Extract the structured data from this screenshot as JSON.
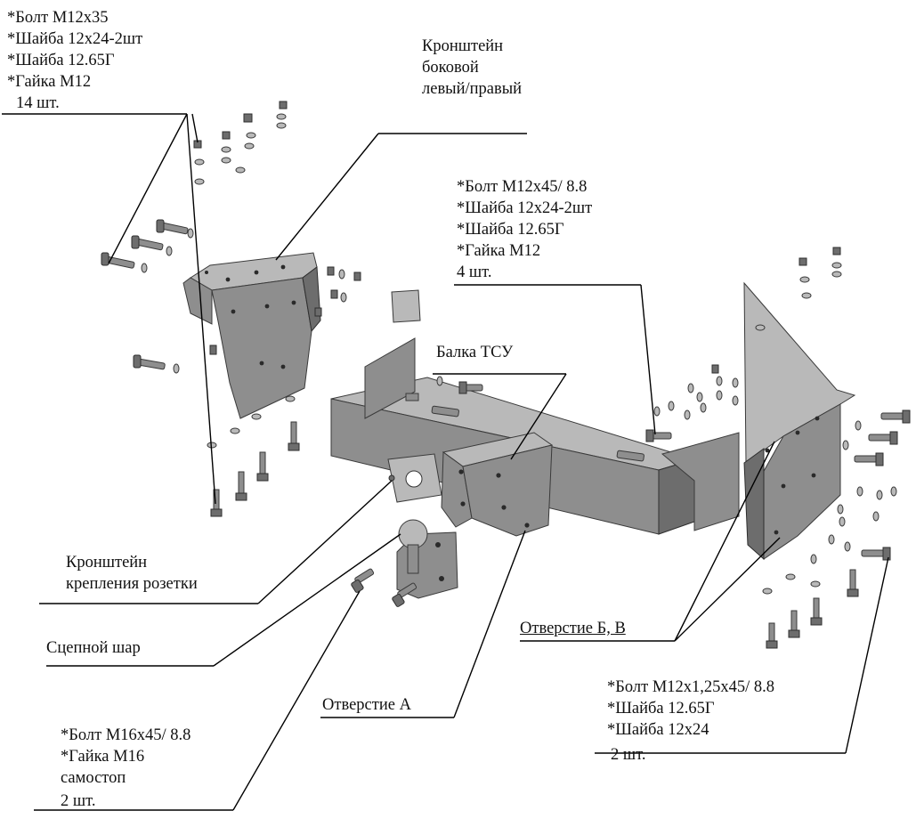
{
  "labels": {
    "top_left_fasteners": {
      "lines": [
        "*Болт М12х35",
        "*Шайба 12х24-2шт",
        "*Шайба 12.65Г",
        "*Гайка М12"
      ],
      "qty": "14 шт."
    },
    "side_bracket": {
      "lines": [
        "Кронштейн",
        "боковой",
        "левый/правый"
      ]
    },
    "center_fasteners": {
      "lines": [
        "*Болт М12х45/ 8.8",
        "*Шайба 12х24-2шт",
        "*Шайба 12.65Г",
        "*Гайка М12"
      ],
      "qty": "4 шт."
    },
    "beam": "Балка ТСУ",
    "socket_bracket": {
      "lines": [
        "Кронштейн",
        "крепления розетки"
      ]
    },
    "hitch_ball": "Сцепной шар",
    "hole_a": "Отверстие А",
    "holes_bv": "Отверстие Б, В",
    "right_fasteners": {
      "lines": [
        "*Болт М12х1,25х45/ 8.8",
        "*Шайба 12.65Г",
        "*Шайба 12х24"
      ],
      "qty": "2 шт."
    },
    "ball_fasteners": {
      "lines": [
        "*Болт М16х45/ 8.8",
        "*Гайка М16",
        "самостоп"
      ],
      "qty": "2 шт."
    }
  },
  "colors": {
    "metal": "#8e8e8e",
    "metal_light": "#b9b9b9",
    "metal_dark": "#6d6d6d",
    "line": "#000000"
  }
}
